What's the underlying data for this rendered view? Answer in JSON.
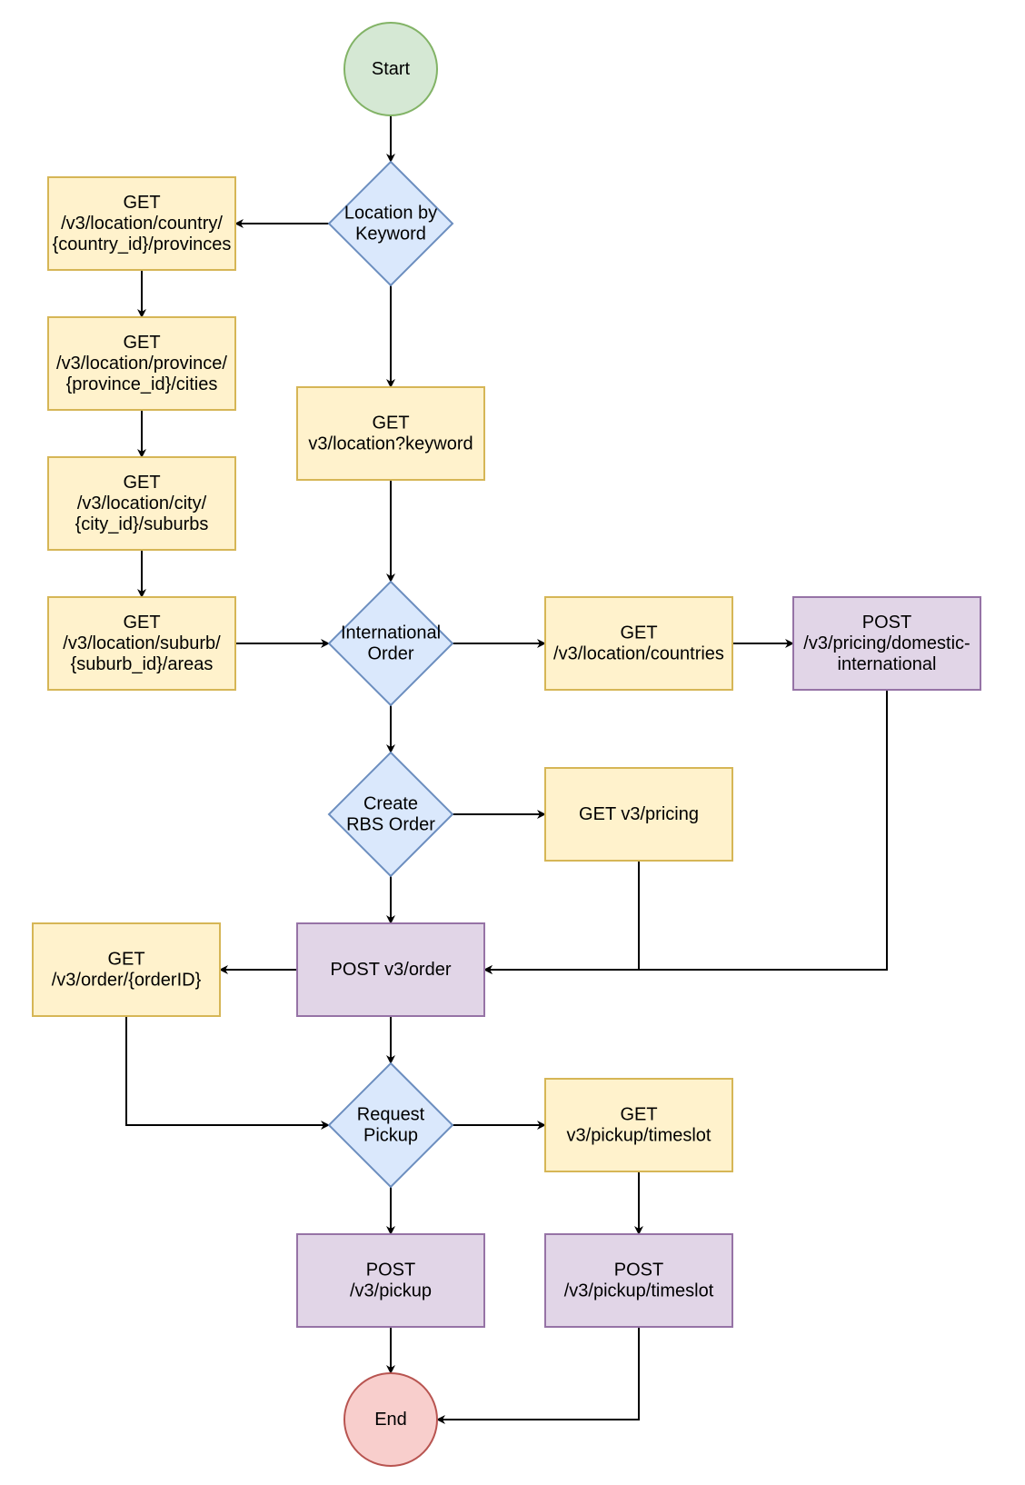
{
  "colors": {
    "start_fill": "#d5e8d4",
    "start_stroke": "#82b366",
    "end_fill": "#f8cecc",
    "end_stroke": "#b85450",
    "decision_fill": "#dae8fc",
    "decision_stroke": "#6c8ebf",
    "get_fill": "#fff2cc",
    "get_stroke": "#d6b656",
    "post_fill": "#e1d5e7",
    "post_stroke": "#9673a6",
    "edge": "#000000"
  },
  "nodes": {
    "start": {
      "kind": "start",
      "lines": [
        "Start"
      ]
    },
    "location_by_keyword": {
      "kind": "decision",
      "lines": [
        "Location by",
        "Keyword"
      ]
    },
    "get_provinces": {
      "kind": "get",
      "lines": [
        "GET",
        "/v3/location/country/",
        "{country_id}/provinces"
      ]
    },
    "get_cities": {
      "kind": "get",
      "lines": [
        "GET",
        "/v3/location/province/",
        "{province_id}/cities"
      ]
    },
    "get_suburbs": {
      "kind": "get",
      "lines": [
        "GET",
        "/v3/location/city/",
        "{city_id}/suburbs"
      ]
    },
    "get_areas": {
      "kind": "get",
      "lines": [
        "GET",
        "/v3/location/suburb/",
        "{suburb_id}/areas"
      ]
    },
    "get_location_keyword": {
      "kind": "get",
      "lines": [
        "GET",
        "v3/location?keyword"
      ]
    },
    "international_order": {
      "kind": "decision",
      "lines": [
        "International",
        "Order"
      ]
    },
    "get_countries": {
      "kind": "get",
      "lines": [
        "GET",
        "/v3/location/countries"
      ]
    },
    "post_pricing_intl": {
      "kind": "post",
      "lines": [
        "POST",
        "/v3/pricing/domestic-",
        "international"
      ]
    },
    "create_rbs_order": {
      "kind": "decision",
      "lines": [
        "Create",
        "RBS Order"
      ]
    },
    "get_pricing": {
      "kind": "get",
      "lines": [
        "GET v3/pricing"
      ]
    },
    "post_order": {
      "kind": "post",
      "lines": [
        "POST v3/order"
      ]
    },
    "get_order_id": {
      "kind": "get",
      "lines": [
        "GET",
        "/v3/order/{orderID}"
      ]
    },
    "request_pickup": {
      "kind": "decision",
      "lines": [
        "Request",
        "Pickup"
      ]
    },
    "get_timeslot": {
      "kind": "get",
      "lines": [
        "GET",
        "v3/pickup/timeslot"
      ]
    },
    "post_pickup": {
      "kind": "post",
      "lines": [
        "POST",
        "/v3/pickup"
      ]
    },
    "post_pickup_timeslot": {
      "kind": "post",
      "lines": [
        "POST",
        "/v3/pickup/timeslot"
      ]
    },
    "end": {
      "kind": "end",
      "lines": [
        "End"
      ]
    }
  },
  "edges": [
    [
      "start",
      "location_by_keyword"
    ],
    [
      "location_by_keyword",
      "get_provinces"
    ],
    [
      "location_by_keyword",
      "get_location_keyword"
    ],
    [
      "get_provinces",
      "get_cities"
    ],
    [
      "get_cities",
      "get_suburbs"
    ],
    [
      "get_suburbs",
      "get_areas"
    ],
    [
      "get_areas",
      "international_order"
    ],
    [
      "get_location_keyword",
      "international_order"
    ],
    [
      "international_order",
      "get_countries"
    ],
    [
      "get_countries",
      "post_pricing_intl"
    ],
    [
      "international_order",
      "create_rbs_order"
    ],
    [
      "create_rbs_order",
      "get_pricing"
    ],
    [
      "create_rbs_order",
      "post_order"
    ],
    [
      "get_pricing",
      "post_order"
    ],
    [
      "post_pricing_intl",
      "post_order"
    ],
    [
      "post_order",
      "get_order_id"
    ],
    [
      "post_order",
      "request_pickup"
    ],
    [
      "get_order_id",
      "request_pickup"
    ],
    [
      "request_pickup",
      "get_timeslot"
    ],
    [
      "request_pickup",
      "post_pickup"
    ],
    [
      "get_timeslot",
      "post_pickup_timeslot"
    ],
    [
      "post_pickup",
      "end"
    ],
    [
      "post_pickup_timeslot",
      "end"
    ]
  ]
}
